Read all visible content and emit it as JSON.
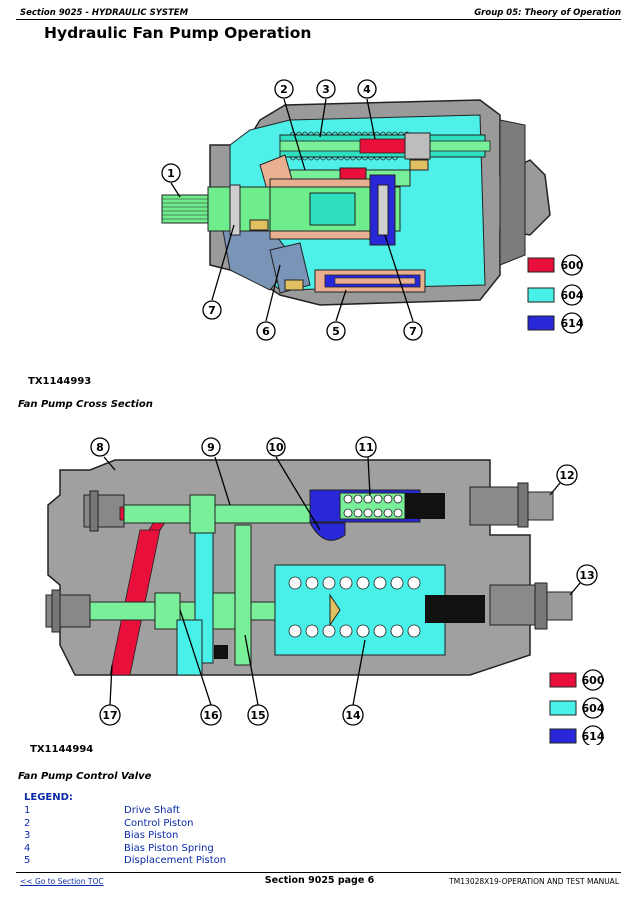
{
  "header": {
    "section": "Section 9025 - HYDRAULIC SYSTEM",
    "group": "Group 05: Theory of Operation"
  },
  "page_title": "Hydraulic Fan Pump Operation",
  "figure1": {
    "id": "TX1144993",
    "caption": "Fan Pump Cross Section",
    "callouts": [
      "1",
      "2",
      "3",
      "4",
      "5",
      "6",
      "7",
      "7"
    ],
    "legend": [
      {
        "code": "600",
        "color": "#e8103a"
      },
      {
        "code": "604",
        "color": "#48f0e8"
      },
      {
        "code": "614",
        "color": "#2828d8"
      }
    ]
  },
  "figure2": {
    "id": "TX1144994",
    "caption": "Fan Pump Control Valve",
    "callouts": [
      "8",
      "9",
      "10",
      "11",
      "12",
      "13",
      "14",
      "15",
      "16",
      "17"
    ],
    "legend": [
      {
        "code": "600",
        "color": "#e8103a"
      },
      {
        "code": "604",
        "color": "#48f0e8"
      },
      {
        "code": "614",
        "color": "#2828d8"
      }
    ]
  },
  "legend": {
    "heading": "LEGEND:",
    "items": [
      {
        "num": "1",
        "text": "Drive Shaft"
      },
      {
        "num": "2",
        "text": "Control Piston"
      },
      {
        "num": "3",
        "text": "Bias Piston"
      },
      {
        "num": "4",
        "text": "Bias Piston Spring"
      },
      {
        "num": "5",
        "text": "Displacement Piston"
      }
    ]
  },
  "footer": {
    "toc_link": "<< Go to Section TOC",
    "page": "Section 9025 page 6",
    "manual": "TM13028X19-OPERATION AND TEST MANUAL"
  }
}
